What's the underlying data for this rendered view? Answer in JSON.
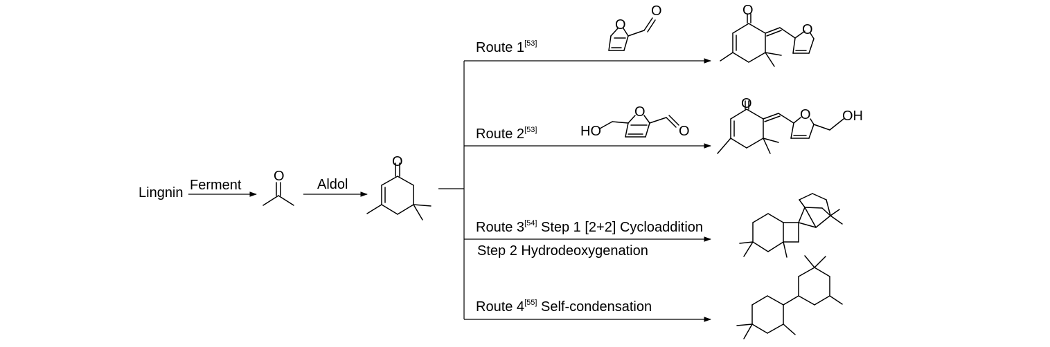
{
  "scheme": {
    "start": "Lingnin",
    "step1": "Ferment",
    "step2": "Aldol",
    "routes": [
      {
        "label": "Route 1",
        "ref": "[53]",
        "extra": ""
      },
      {
        "label": "Route 2",
        "ref": "[53]",
        "extra": ""
      },
      {
        "label": "Route 3",
        "ref": "[54]",
        "extra": "Step 1 [2+2] Cycloaddition",
        "line2": "Step 2 Hydrodeoxygenation"
      },
      {
        "label": "Route 4",
        "ref": "[55]",
        "extra": "Self-condensation"
      }
    ]
  },
  "atoms": {
    "oxygen": "O",
    "hydroxyl_left": "HO",
    "hydroxyl_right": "OH"
  }
}
